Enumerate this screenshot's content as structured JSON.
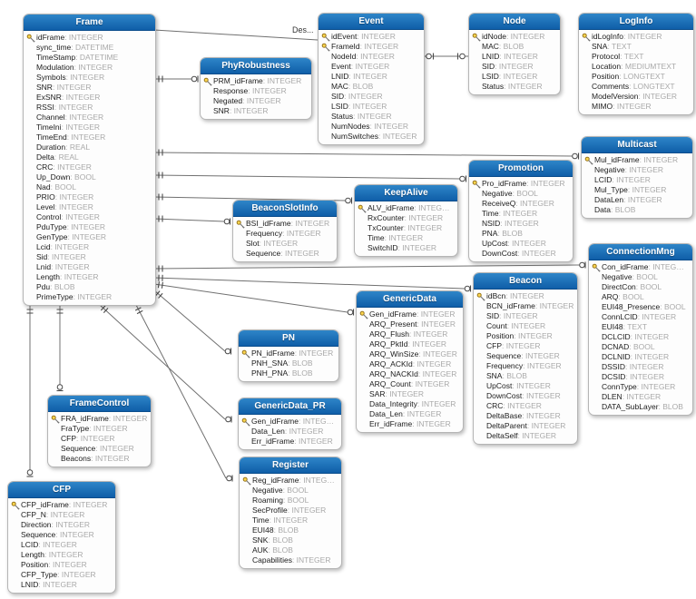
{
  "diagram": {
    "relationship_label": "Des...",
    "colors": {
      "table_header_top": "#2e85c8",
      "table_header_bottom": "#0f5ea8",
      "key_icon": "#ffd74f",
      "line": "#707070",
      "field_name": "#1c1c1c",
      "field_type": "#a9a9a9",
      "border": "#b5b5b5"
    },
    "tables": [
      {
        "title": "Frame",
        "fields": [
          {
            "name": "idFrame",
            "type": "INTEGER",
            "key": true
          },
          {
            "name": "sync_time",
            "type": "DATETIME"
          },
          {
            "name": "TimeStamp",
            "type": "DATETIME"
          },
          {
            "name": "Modulation",
            "type": "INTEGER"
          },
          {
            "name": "Symbols",
            "type": "INTEGER"
          },
          {
            "name": "SNR",
            "type": "INTEGER"
          },
          {
            "name": "ExSNR",
            "type": "INTEGER"
          },
          {
            "name": "RSSI",
            "type": "INTEGER"
          },
          {
            "name": "Channel",
            "type": "INTEGER"
          },
          {
            "name": "TimeIni",
            "type": "INTEGER"
          },
          {
            "name": "TimeEnd",
            "type": "INTEGER"
          },
          {
            "name": "Duration",
            "type": "REAL"
          },
          {
            "name": "Delta",
            "type": "REAL"
          },
          {
            "name": "CRC",
            "type": "INTEGER"
          },
          {
            "name": "Up_Down",
            "type": "BOOL"
          },
          {
            "name": "Nad",
            "type": "BOOL"
          },
          {
            "name": "PRIO",
            "type": "INTEGER"
          },
          {
            "name": "Level",
            "type": "INTEGER"
          },
          {
            "name": "Control",
            "type": "INTEGER"
          },
          {
            "name": "PduType",
            "type": "INTEGER"
          },
          {
            "name": "GenType",
            "type": "INTEGER"
          },
          {
            "name": "Lcid",
            "type": "INTEGER"
          },
          {
            "name": "Sid",
            "type": "INTEGER"
          },
          {
            "name": "Lnid",
            "type": "INTEGER"
          },
          {
            "name": "Length",
            "type": "INTEGER"
          },
          {
            "name": "Pdu",
            "type": "BLOB"
          },
          {
            "name": "PrimeType",
            "type": "INTEGER"
          }
        ]
      },
      {
        "title": "PhyRobustness",
        "fields": [
          {
            "name": "PRM_idFrame",
            "type": "INTEGER",
            "key": true
          },
          {
            "name": "Response",
            "type": "INTEGER"
          },
          {
            "name": "Negated",
            "type": "INTEGER"
          },
          {
            "name": "SNR",
            "type": "INTEGER"
          }
        ]
      },
      {
        "title": "Event",
        "fields": [
          {
            "name": "idEvent",
            "type": "INTEGER",
            "key": true
          },
          {
            "name": "FrameId",
            "type": "INTEGER",
            "key": true
          },
          {
            "name": "NodeId",
            "type": "INTEGER"
          },
          {
            "name": "Event",
            "type": "INTEGER"
          },
          {
            "name": "LNID",
            "type": "INTEGER"
          },
          {
            "name": "MAC",
            "type": "BLOB"
          },
          {
            "name": "SID",
            "type": "INTEGER"
          },
          {
            "name": "LSID",
            "type": "INTEGER"
          },
          {
            "name": "Status",
            "type": "INTEGER"
          },
          {
            "name": "NumNodes",
            "type": "INTEGER"
          },
          {
            "name": "NumSwitches",
            "type": "INTEGER"
          }
        ]
      },
      {
        "title": "Node",
        "fields": [
          {
            "name": "idNode",
            "type": "INTEGER",
            "key": true
          },
          {
            "name": "MAC",
            "type": "BLOB"
          },
          {
            "name": "LNID",
            "type": "INTEGER"
          },
          {
            "name": "SID",
            "type": "INTEGER"
          },
          {
            "name": "LSID",
            "type": "INTEGER"
          },
          {
            "name": "Status",
            "type": "INTEGER"
          }
        ]
      },
      {
        "title": "LogInfo",
        "fields": [
          {
            "name": "idLogInfo",
            "type": "INTEGER",
            "key": true
          },
          {
            "name": "SNA",
            "type": "TEXT"
          },
          {
            "name": "Protocol",
            "type": "TEXT"
          },
          {
            "name": "Location",
            "type": "MEDIUMTEXT"
          },
          {
            "name": "Position",
            "type": "LONGTEXT"
          },
          {
            "name": "Comments",
            "type": "LONGTEXT"
          },
          {
            "name": "ModelVersion",
            "type": "INTEGER"
          },
          {
            "name": "MIMO",
            "type": "INTEGER"
          }
        ]
      },
      {
        "title": "Multicast",
        "fields": [
          {
            "name": "Mul_idFrame",
            "type": "INTEGER",
            "key": true
          },
          {
            "name": "Negative",
            "type": "INTEGER"
          },
          {
            "name": "LCID",
            "type": "INTEGER"
          },
          {
            "name": "Mul_Type",
            "type": "INTEGER"
          },
          {
            "name": "DataLen",
            "type": "INTEGER"
          },
          {
            "name": "Data",
            "type": "BLOB"
          }
        ]
      },
      {
        "title": "Promotion",
        "fields": [
          {
            "name": "Pro_idFrame",
            "type": "INTEGER",
            "key": true
          },
          {
            "name": "Negative",
            "type": "BOOL"
          },
          {
            "name": "ReceiveQ",
            "type": "INTEGER"
          },
          {
            "name": "Time",
            "type": "INTEGER"
          },
          {
            "name": "NSID",
            "type": "INTEGER"
          },
          {
            "name": "PNA",
            "type": "BLOB"
          },
          {
            "name": "UpCost",
            "type": "INTEGER"
          },
          {
            "name": "DownCost",
            "type": "INTEGER"
          }
        ]
      },
      {
        "title": "KeepAlive",
        "fields": [
          {
            "name": "ALV_idFrame",
            "type": "INTEG…",
            "key": true
          },
          {
            "name": "RxCounter",
            "type": "INTEGER"
          },
          {
            "name": "TxCounter",
            "type": "INTEGER"
          },
          {
            "name": "Time",
            "type": "INTEGER"
          },
          {
            "name": "SwitchID",
            "type": "INTEGER"
          }
        ]
      },
      {
        "title": "BeaconSlotInfo",
        "fields": [
          {
            "name": "BSI_idFrame",
            "type": "INTEGER",
            "key": true
          },
          {
            "name": "Frequency",
            "type": "INTEGER"
          },
          {
            "name": "Slot",
            "type": "INTEGER"
          },
          {
            "name": "Sequence",
            "type": "INTEGER"
          }
        ]
      },
      {
        "title": "ConnectionMng",
        "fields": [
          {
            "name": "Con_idFrame",
            "type": "INTEG…",
            "key": true
          },
          {
            "name": "Negative",
            "type": "BOOL"
          },
          {
            "name": "DirectCon",
            "type": "BOOL"
          },
          {
            "name": "ARQ",
            "type": "BOOL"
          },
          {
            "name": "EUI48_Presence",
            "type": "BOOL"
          },
          {
            "name": "ConnLCID",
            "type": "INTEGER"
          },
          {
            "name": "EUI48",
            "type": "TEXT"
          },
          {
            "name": "DCLCID",
            "type": "INTEGER"
          },
          {
            "name": "DCNAD",
            "type": "BOOL"
          },
          {
            "name": "DCLNID",
            "type": "INTEGER"
          },
          {
            "name": "DSSID",
            "type": "INTEGER"
          },
          {
            "name": "DCSID",
            "type": "INTEGER"
          },
          {
            "name": "ConnType",
            "type": "INTEGER"
          },
          {
            "name": "DLEN",
            "type": "INTEGER"
          },
          {
            "name": "DATA_SubLayer",
            "type": "BLOB"
          }
        ]
      },
      {
        "title": "Beacon",
        "fields": [
          {
            "name": "idBcn",
            "type": "INTEGER",
            "key": true
          },
          {
            "name": "BCN_idFrame",
            "type": "INTEGER"
          },
          {
            "name": "SID",
            "type": "INTEGER"
          },
          {
            "name": "Count",
            "type": "INTEGER"
          },
          {
            "name": "Position",
            "type": "INTEGER"
          },
          {
            "name": "CFP",
            "type": "INTEGER"
          },
          {
            "name": "Sequence",
            "type": "INTEGER"
          },
          {
            "name": "Frequency",
            "type": "INTEGER"
          },
          {
            "name": "SNA",
            "type": "BLOB"
          },
          {
            "name": "UpCost",
            "type": "INTEGER"
          },
          {
            "name": "DownCost",
            "type": "INTEGER"
          },
          {
            "name": "CRC",
            "type": "INTEGER"
          },
          {
            "name": "DeltaBase",
            "type": "INTEGER"
          },
          {
            "name": "DeltaParent",
            "type": "INTEGER"
          },
          {
            "name": "DeltaSelf",
            "type": "INTEGER"
          }
        ]
      },
      {
        "title": "GenericData",
        "fields": [
          {
            "name": "Gen_idFrame",
            "type": "INTEGER",
            "key": true
          },
          {
            "name": "ARQ_Present",
            "type": "INTEGER"
          },
          {
            "name": "ARQ_Flush",
            "type": "INTEGER"
          },
          {
            "name": "ARQ_PktId",
            "type": "INTEGER"
          },
          {
            "name": "ARQ_WinSize",
            "type": "INTEGER"
          },
          {
            "name": "ARQ_ACKId",
            "type": "INTEGER"
          },
          {
            "name": "ARQ_NACKId",
            "type": "INTEGER"
          },
          {
            "name": "ARQ_Count",
            "type": "INTEGER"
          },
          {
            "name": "SAR",
            "type": "INTEGER"
          },
          {
            "name": "Data_Integrity",
            "type": "INTEGER"
          },
          {
            "name": "Data_Len",
            "type": "INTEGER"
          },
          {
            "name": "Err_idFrame",
            "type": "INTEGER"
          }
        ]
      },
      {
        "title": "PN",
        "fields": [
          {
            "name": "PN_idFrame",
            "type": "INTEGER",
            "key": true
          },
          {
            "name": "PNH_SNA",
            "type": "BLOB"
          },
          {
            "name": "PNH_PNA",
            "type": "BLOB"
          }
        ]
      },
      {
        "title": "GenericData_PR",
        "fields": [
          {
            "name": "Gen_idFrame",
            "type": "INTEG…",
            "key": true
          },
          {
            "name": "Data_Len",
            "type": "INTEGER"
          },
          {
            "name": "Err_idFrame",
            "type": "INTEGER"
          }
        ]
      },
      {
        "title": "Register",
        "fields": [
          {
            "name": "Reg_idFrame",
            "type": "INTEG…",
            "key": true
          },
          {
            "name": "Negative",
            "type": "BOOL"
          },
          {
            "name": "Roaming",
            "type": "BOOL"
          },
          {
            "name": "SecProfile",
            "type": "INTEGER"
          },
          {
            "name": "Time",
            "type": "INTEGER"
          },
          {
            "name": "EUI48",
            "type": "BLOB"
          },
          {
            "name": "SNK",
            "type": "BLOB"
          },
          {
            "name": "AUK",
            "type": "BLOB"
          },
          {
            "name": "Capabilities",
            "type": "INTEGER"
          }
        ]
      },
      {
        "title": "FrameControl",
        "fields": [
          {
            "name": "FRA_idFrame",
            "type": "INTEGER",
            "key": true
          },
          {
            "name": "FraType",
            "type": "INTEGER"
          },
          {
            "name": "CFP",
            "type": "INTEGER"
          },
          {
            "name": "Sequence",
            "type": "INTEGER"
          },
          {
            "name": "Beacons",
            "type": "INTEGER"
          }
        ]
      },
      {
        "title": "CFP",
        "fields": [
          {
            "name": "CFP_idFrame",
            "type": "INTEGER",
            "key": true
          },
          {
            "name": "CFP_N",
            "type": "INTEGER"
          },
          {
            "name": "Direction",
            "type": "INTEGER"
          },
          {
            "name": "Sequence",
            "type": "INTEGER"
          },
          {
            "name": "LCID",
            "type": "INTEGER"
          },
          {
            "name": "Length",
            "type": "INTEGER"
          },
          {
            "name": "Position",
            "type": "INTEGER"
          },
          {
            "name": "CFP_Type",
            "type": "INTEGER"
          },
          {
            "name": "LNID",
            "type": "INTEGER"
          }
        ]
      }
    ],
    "relationships": [
      {
        "from": "Frame",
        "to": "Event",
        "label": "Des..."
      },
      {
        "from": "Event",
        "to": "Node"
      },
      {
        "from": "Frame",
        "to": "PhyRobustness"
      },
      {
        "from": "Frame",
        "to": "Multicast"
      },
      {
        "from": "Frame",
        "to": "Promotion"
      },
      {
        "from": "Frame",
        "to": "KeepAlive"
      },
      {
        "from": "Frame",
        "to": "BeaconSlotInfo"
      },
      {
        "from": "Frame",
        "to": "ConnectionMng"
      },
      {
        "from": "Frame",
        "to": "Beacon"
      },
      {
        "from": "Frame",
        "to": "GenericData"
      },
      {
        "from": "Frame",
        "to": "PN"
      },
      {
        "from": "Frame",
        "to": "GenericData_PR"
      },
      {
        "from": "Frame",
        "to": "Register"
      },
      {
        "from": "Frame",
        "to": "FrameControl"
      },
      {
        "from": "Frame",
        "to": "CFP"
      }
    ]
  }
}
